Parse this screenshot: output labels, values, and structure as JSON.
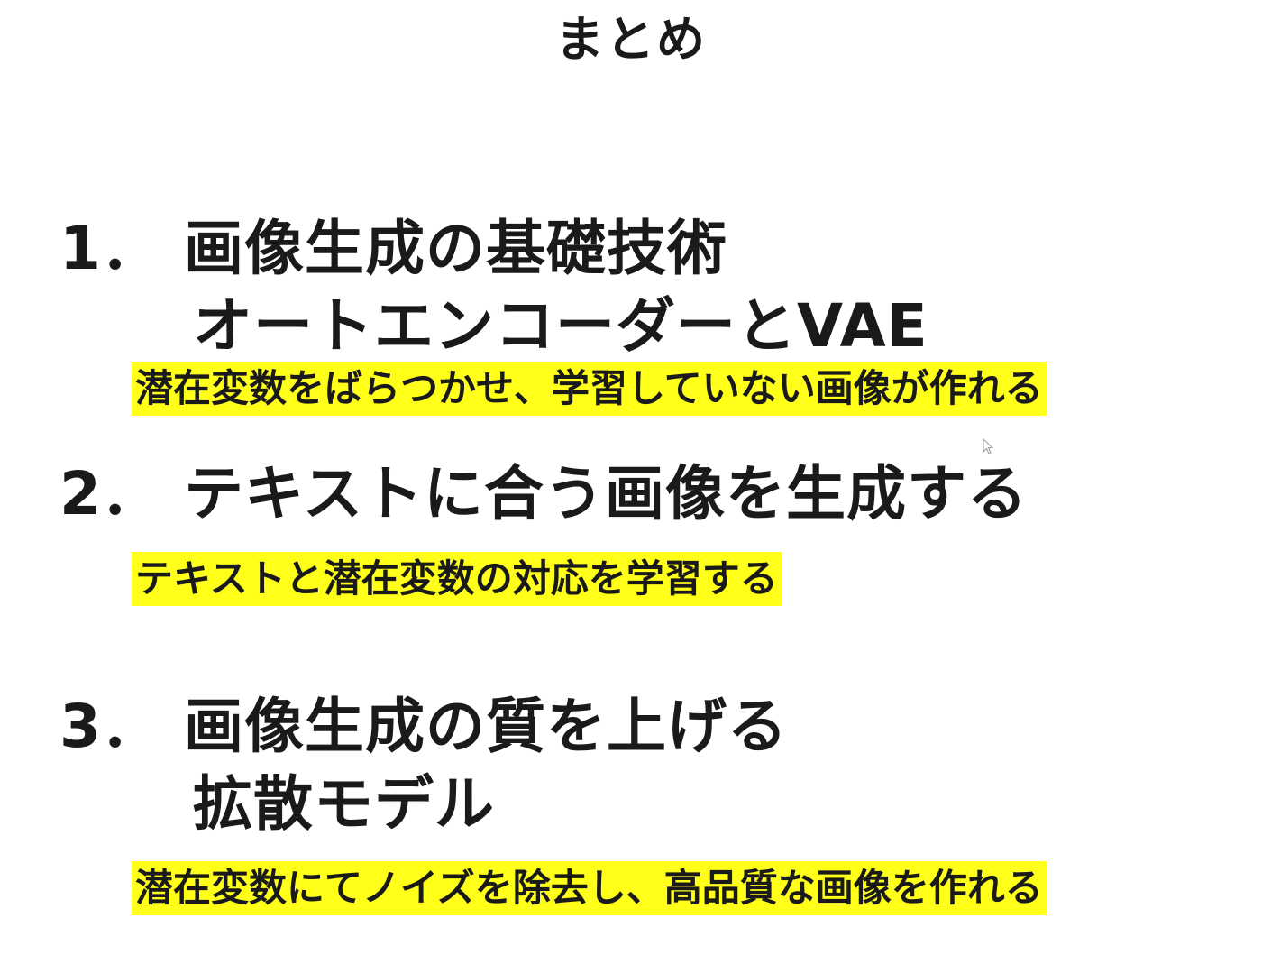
{
  "title": "まとめ",
  "items": [
    {
      "number": "1．",
      "heading": "画像生成の基礎技術",
      "subheading": "オートエンコーダーとVAE",
      "note": "潜在変数をばらつかせ、学習していない画像が作れる"
    },
    {
      "number": "2．",
      "heading": "テキストに合う画像を生成する",
      "subheading": "",
      "note": "テキストと潜在変数の対応を学習する"
    },
    {
      "number": "3．",
      "heading": "画像生成の質を上げる",
      "subheading": "拡散モデル",
      "note": "潜在変数にてノイズを除去し、高品質な画像を作れる"
    }
  ],
  "colors": {
    "highlight": "#ffff1a",
    "text": "#1a1a1a",
    "background": "#ffffff"
  }
}
